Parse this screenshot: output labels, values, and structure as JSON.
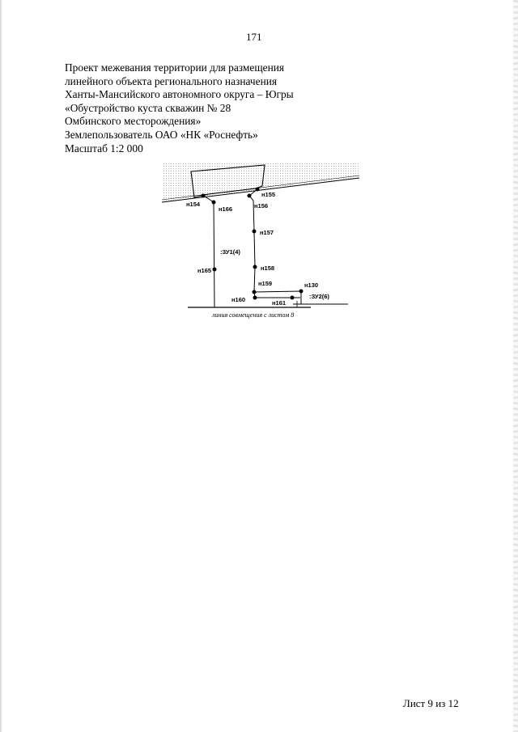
{
  "page_number": "171",
  "header": {
    "lines": [
      "Проект межевания территории для размещения",
      "линейного объекта регионального назначения",
      "Ханты-Мансийского автономного округа – Югры",
      "«Обустройство куста скважин № 28",
      "Омбинского месторождения»",
      "Землепользователь ОАО «НК «Роснефть»",
      "Масштаб 1:2 000"
    ]
  },
  "map": {
    "point_labels": {
      "n154": "н154",
      "n155": "н155",
      "n156": "н156",
      "n157": "н157",
      "n158": "н158",
      "n159": "н159",
      "n160": "н160",
      "n161": "н161",
      "n165": "н165",
      "n166": "н166",
      "n130": "н130"
    },
    "parcel_labels": {
      "zu1": ":ЗУ1(4)",
      "zu2": ":ЗУ2(6)"
    },
    "junction_line_label": "линия совмещения с листом 8"
  },
  "footer": {
    "sheet": "Лист 9 из 12"
  }
}
